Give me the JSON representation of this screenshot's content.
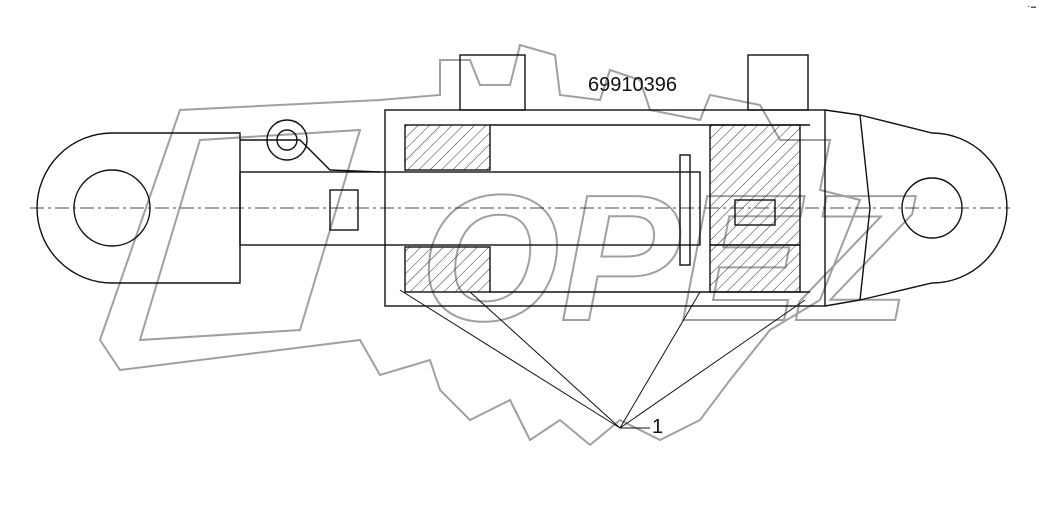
{
  "drawing": {
    "part_number": "69910396",
    "callouts": [
      {
        "label": "1"
      }
    ],
    "watermark": "OPEZ",
    "corner_mark": "",
    "colors": {
      "line": "#111111",
      "watermark": "#9a9a9a",
      "background": "#ffffff"
    }
  }
}
